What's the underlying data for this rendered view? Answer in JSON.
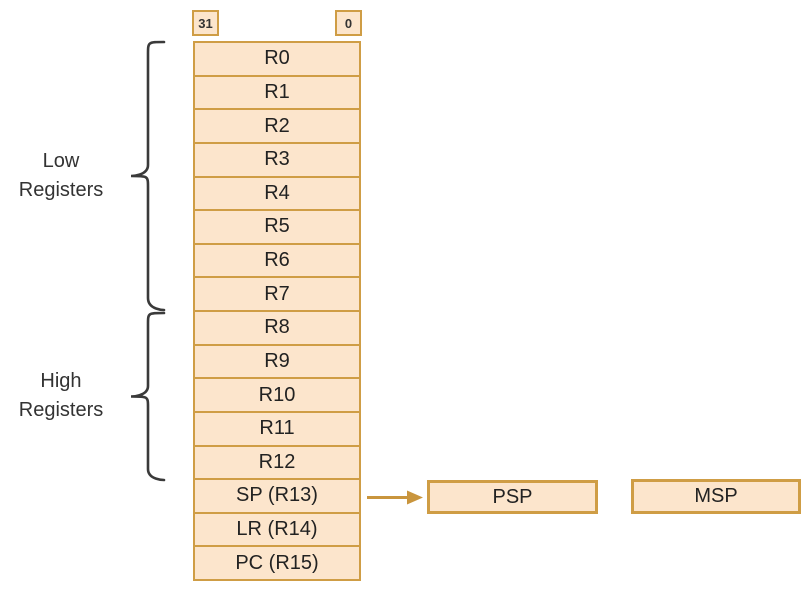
{
  "bit_field": {
    "msb_label": "31",
    "lsb_label": "0"
  },
  "register_bank": {
    "rows": [
      "R0",
      "R1",
      "R2",
      "R3",
      "R4",
      "R5",
      "R6",
      "R7",
      "R8",
      "R9",
      "R10",
      "R11",
      "R12",
      "SP (R13)",
      "LR (R14)",
      "PC (R15)"
    ]
  },
  "groups": [
    {
      "id": "low",
      "label": [
        "Low",
        "Registers"
      ],
      "registers_spanned": "R0-R7"
    },
    {
      "id": "high",
      "label": [
        "High",
        "Registers"
      ],
      "registers_spanned": "R8-R12"
    }
  ],
  "stack_pointers": [
    {
      "label": "PSP"
    },
    {
      "label": "MSP"
    }
  ],
  "icons": {
    "sp_arrow": "arrow-right-icon"
  },
  "colors": {
    "box_fill": "#fce5cc",
    "box_stroke": "#cf9d45",
    "arrow": "#c9953d",
    "text": "#222222",
    "brace": "#3a3a3a",
    "background": "#ffffff"
  }
}
